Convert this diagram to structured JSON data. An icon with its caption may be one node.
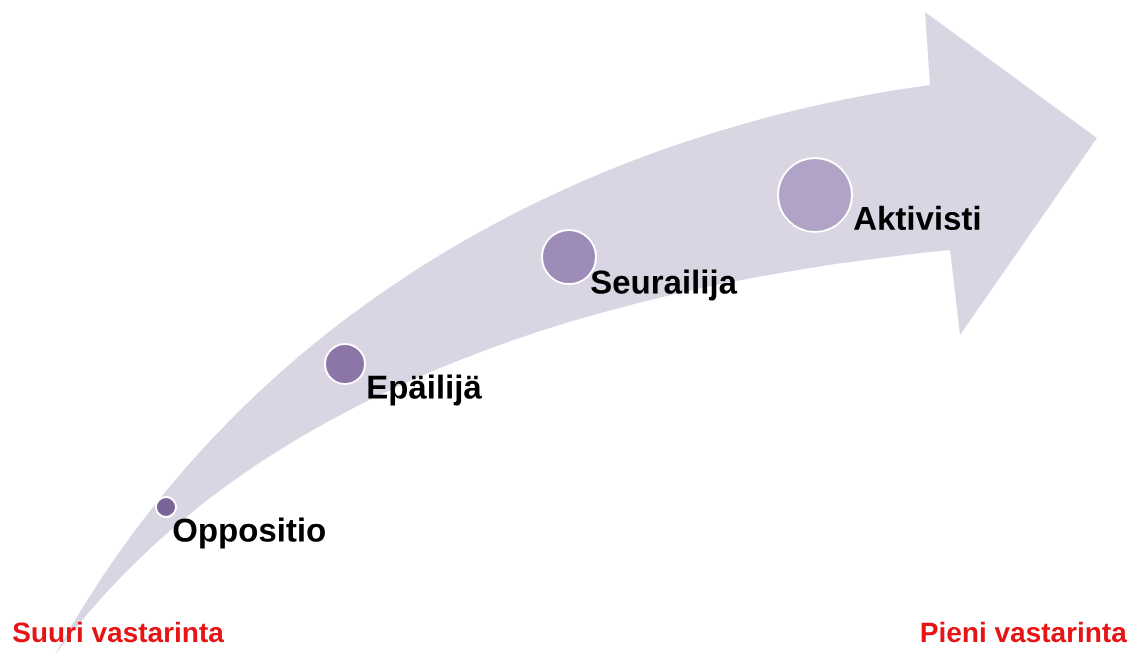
{
  "diagram": {
    "nodes": [
      {
        "text": [],
        "shape": "circle",
        "beside": [
          "Oppositio"
        ]
      },
      {
        "text": [],
        "shape": "circle",
        "beside": [
          "Epäilijä"
        ]
      },
      {
        "text": [],
        "shape": "circle",
        "beside": [
          "Seurailija"
        ]
      },
      {
        "text": [],
        "shape": "circle",
        "beside": [
          "Aktivisti"
        ]
      }
    ],
    "labels": [
      "Suuri vastarinta",
      "Pieni vastarinta"
    ]
  }
}
